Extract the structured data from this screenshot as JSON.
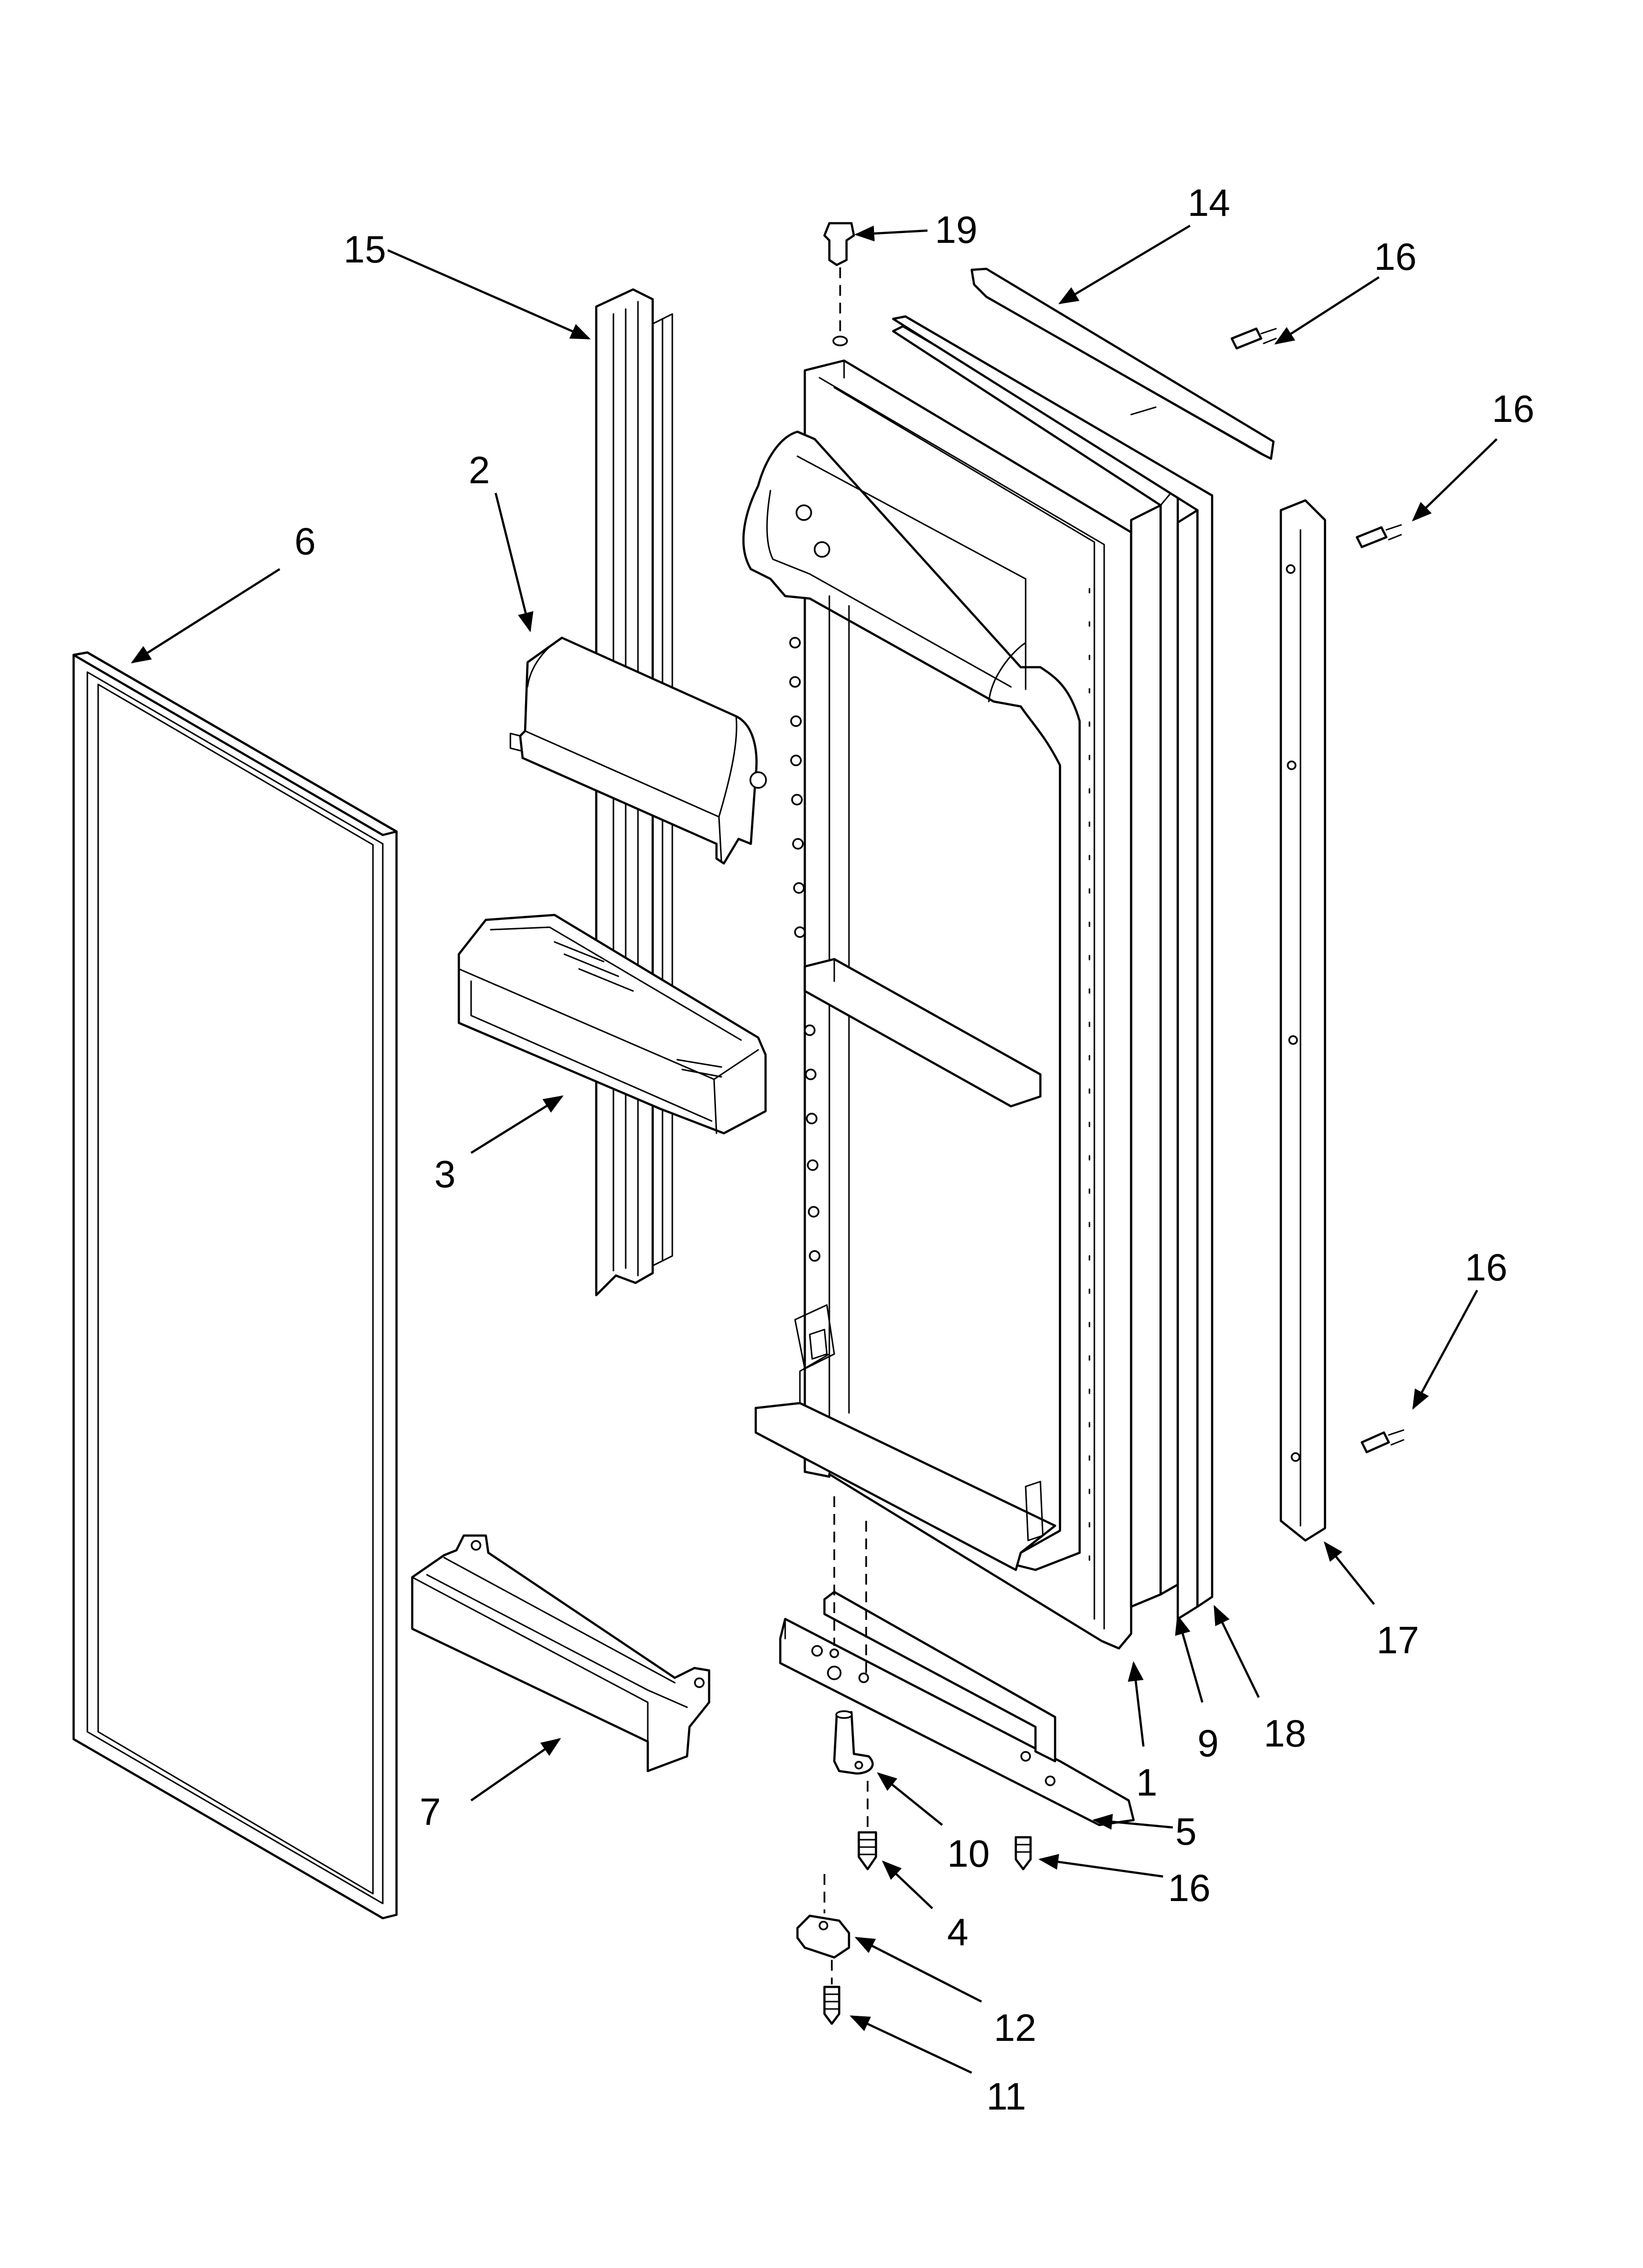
{
  "callouts": {
    "c1": "1",
    "c2": "2",
    "c3": "3",
    "c4": "4",
    "c5": "5",
    "c6": "6",
    "c7": "7",
    "c9": "9",
    "c10": "10",
    "c11": "11",
    "c12": "12",
    "c14": "14",
    "c15": "15",
    "c16a": "16",
    "c16b": "16",
    "c16c": "16",
    "c16d": "16",
    "c17": "17",
    "c18": "18",
    "c19": "19"
  }
}
